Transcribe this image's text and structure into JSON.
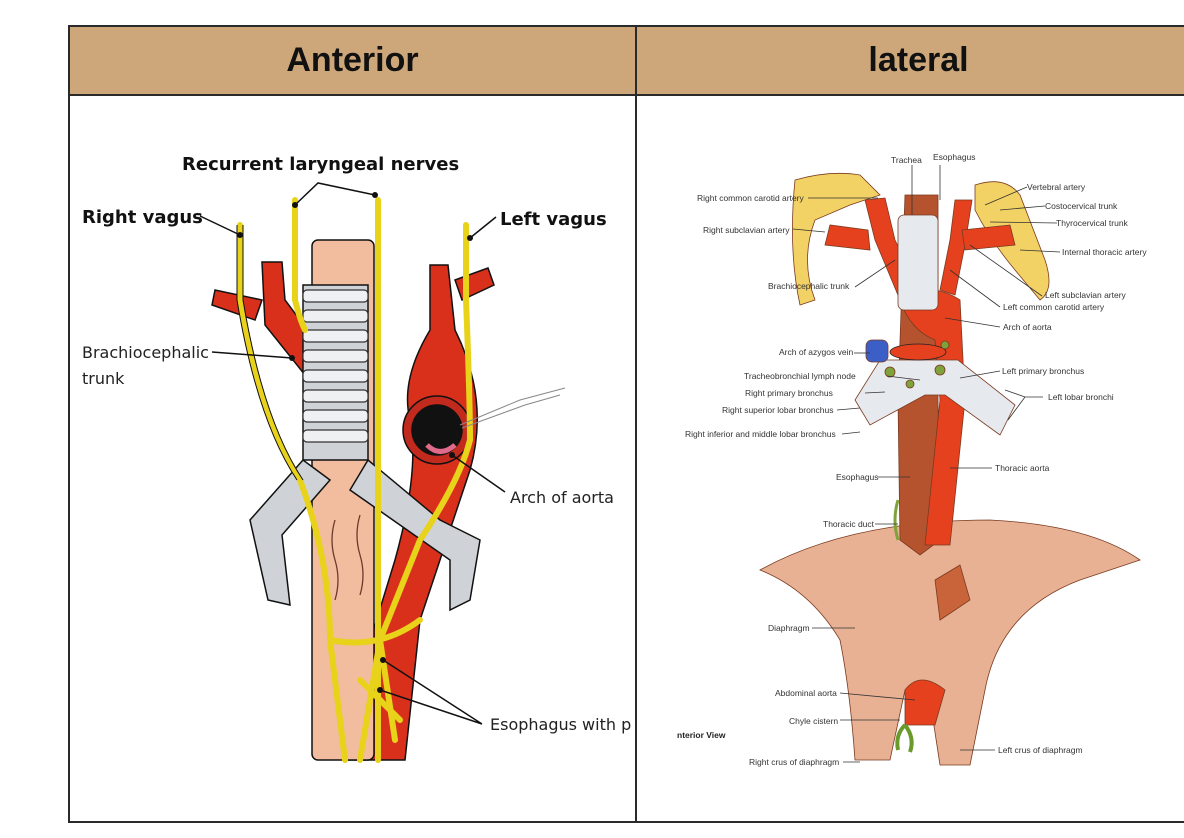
{
  "table": {
    "headers": [
      "Anterior",
      "lateral"
    ],
    "header_color": "#cda77a"
  },
  "anterior": {
    "labels": {
      "recurrent_laryngeal": "Recurrent laryngeal nerves",
      "right_vagus": "Right vagus",
      "left_vagus": "Left vagus",
      "brachiocephalic_1": "Brachiocephalic",
      "brachiocephalic_2": "trunk",
      "arch_of_aorta": "Arch of aorta",
      "esophagus_plexus": "Esophagus with p"
    }
  },
  "lateral": {
    "caption": "nterior View",
    "labels": {
      "trachea": "Trachea",
      "esophagus_top": "Esophagus",
      "right_common_carotid": "Right common carotid artery",
      "right_subclavian": "Right subclavian artery",
      "brachiocephalic_trunk": "Brachiocephalic trunk",
      "vertebral": "Vertebral artery",
      "costocervical": "Costocervical trunk",
      "thyrocervical": "Thyrocervical trunk",
      "internal_thoracic": "Internal thoracic artery",
      "left_subclavian": "Left subclavian artery",
      "left_common_carotid": "Left common carotid artery",
      "arch_of_aorta": "Arch of aorta",
      "arch_azygos": "Arch of azygos vein",
      "tracheobronchial_node": "Tracheobronchial lymph node",
      "right_primary_bronchus": "Right primary bronchus",
      "right_superior_lobar": "Right superior lobar bronchus",
      "right_inferior_middle": "Right inferior and middle lobar bronchus",
      "left_primary_bronchus": "Left primary bronchus",
      "left_lobar_bronchi": "Left lobar bronchi",
      "esophagus": "Esophagus",
      "thoracic_aorta": "Thoracic aorta",
      "thoracic_duct": "Thoracic duct",
      "diaphragm": "Diaphragm",
      "abdominal_aorta": "Abdominal aorta",
      "chyle_cistern": "Chyle cistern",
      "right_crus": "Right crus of diaphragm",
      "left_crus": "Left crus of diaphragm"
    }
  }
}
